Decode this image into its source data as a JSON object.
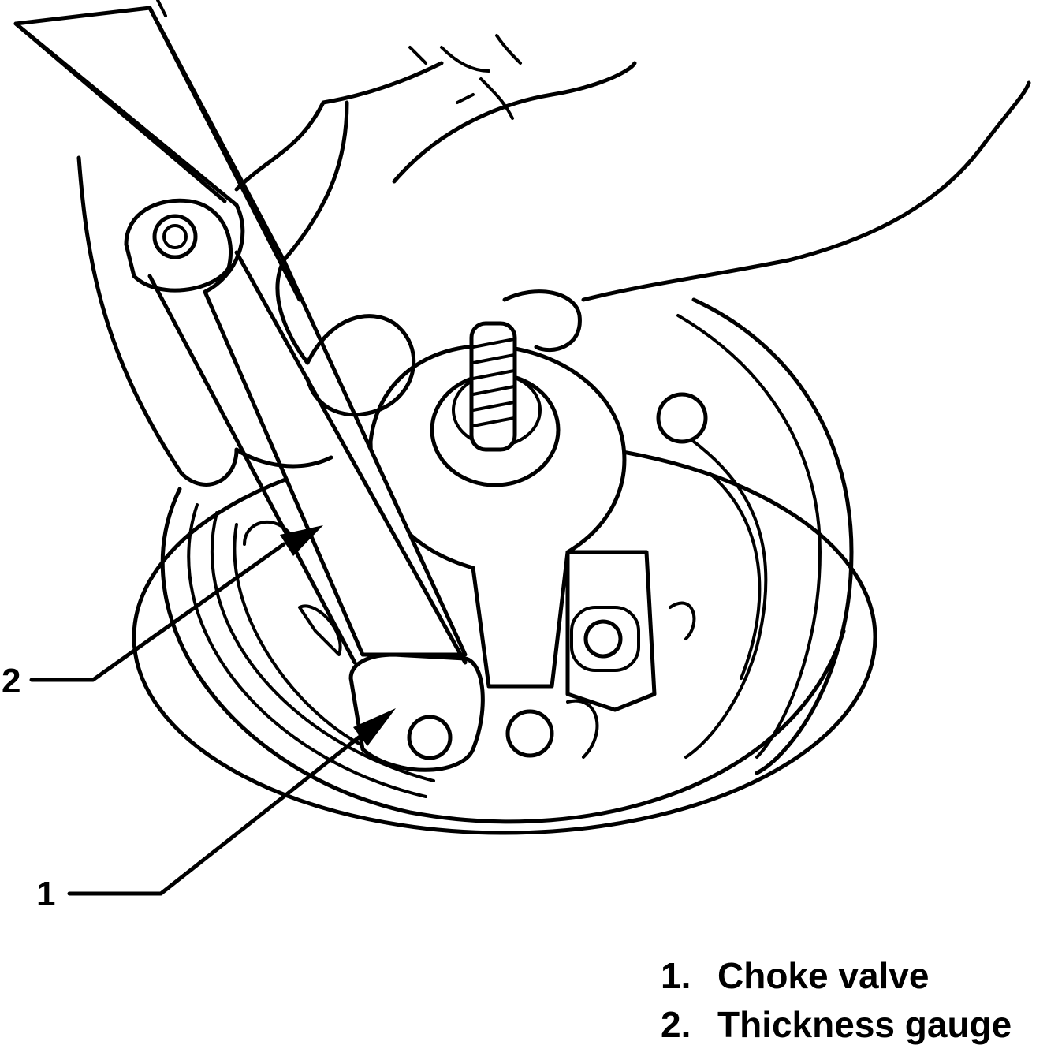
{
  "callouts": [
    {
      "number": "2"
    },
    {
      "number": "1"
    }
  ],
  "legend": [
    {
      "number": "1.",
      "label": "Choke valve"
    },
    {
      "number": "2.",
      "label": "Thickness gauge"
    }
  ]
}
